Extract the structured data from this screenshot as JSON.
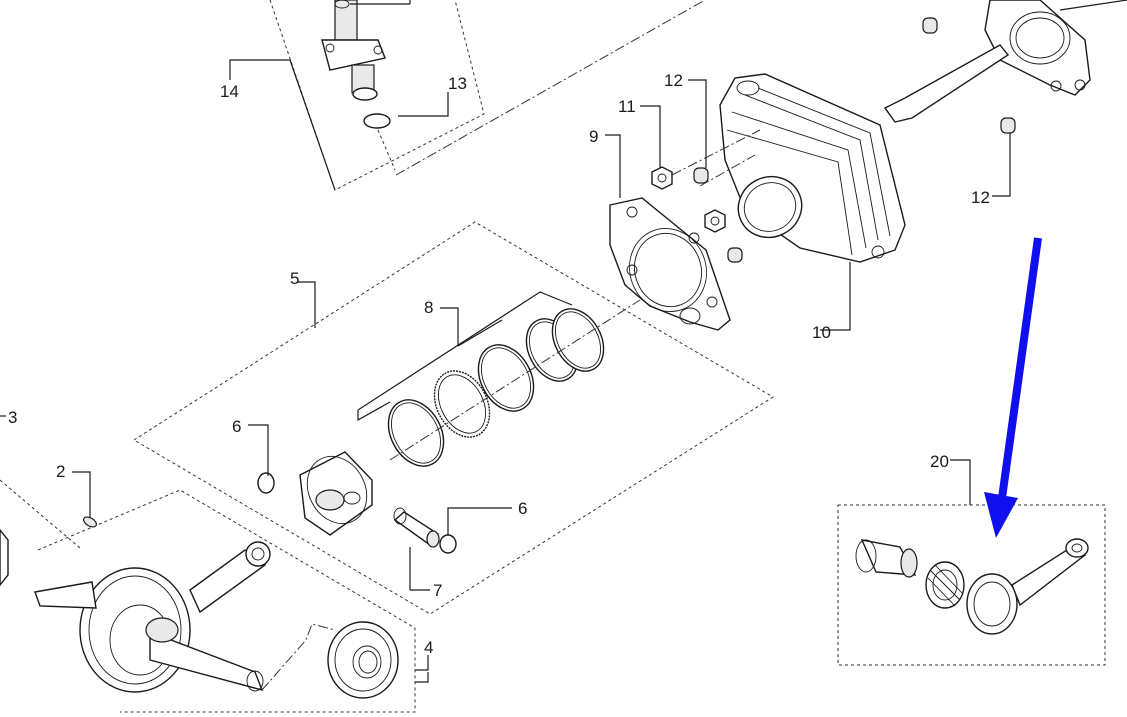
{
  "labels": {
    "p2": "2",
    "p3": "3",
    "p4": "4",
    "p5": "5",
    "p6a": "6",
    "p6b": "6",
    "p7": "7",
    "p8": "8",
    "p9": "9",
    "p10": "10",
    "p11": "11",
    "p12a": "12",
    "p12b": "12",
    "p13": "13",
    "p14": "14",
    "p20": "20"
  },
  "colors": {
    "line": "#1a1a1a",
    "arrow": "#1010ee",
    "background": "#ffffff"
  },
  "icons": {
    "arrow": "down-arrow-icon"
  }
}
